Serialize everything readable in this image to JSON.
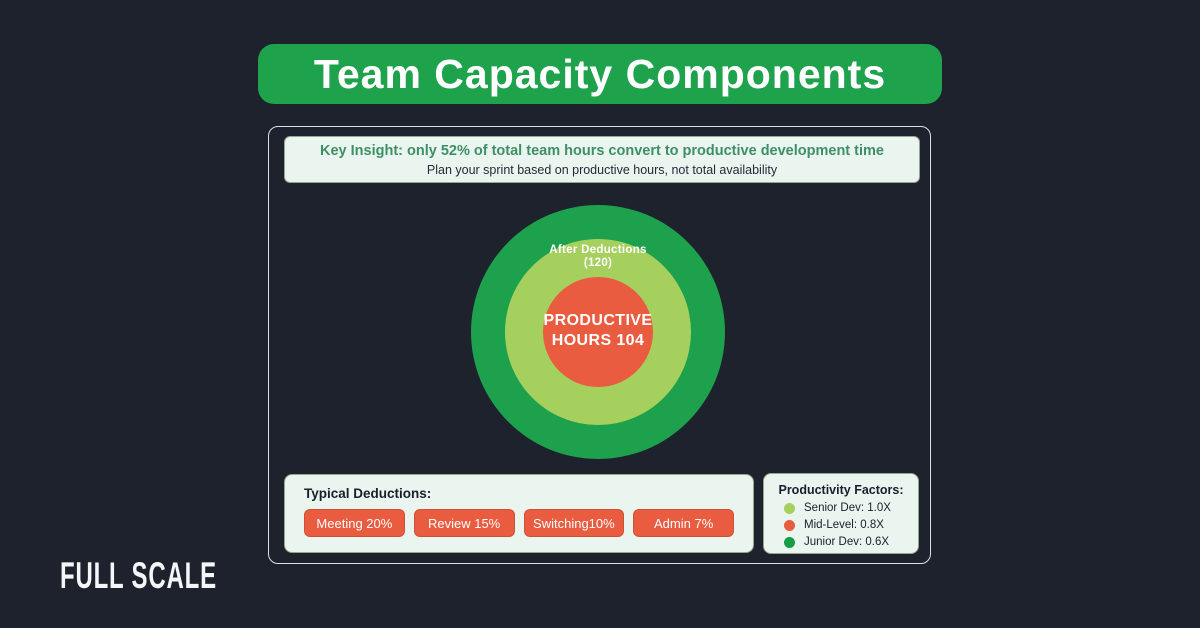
{
  "title": "Team Capacity Components",
  "insight": {
    "headline": "Key Insight: only 52% of total team hours convert to productive development time",
    "subtext": "Plan your sprint based on productive hours, not total availability"
  },
  "circles": {
    "middle_label_line1": "After Deductions",
    "middle_label_line2": "(120)",
    "inner_label_line1": "PRODUCTIVE",
    "inner_label_line2": "HOURS 104"
  },
  "deductions": {
    "title": "Typical Deductions:",
    "items": [
      "Meeting 20%",
      "Review 15%",
      "Switching10%",
      "Admin 7%"
    ]
  },
  "factors": {
    "title": "Productivity Factors:",
    "items": [
      {
        "label": "Senior Dev: 1.0X",
        "color": "#a5d05e"
      },
      {
        "label": "Mid-Level: 0.8X",
        "color": "#ea5c40"
      },
      {
        "label": "Junior Dev: 0.6X",
        "color": "#149c47"
      }
    ]
  },
  "footer": {
    "logo_text": "FULL SCALE"
  },
  "colors": {
    "background": "#1e222d",
    "banner_green": "#1fa24c",
    "outer_circle": "#1da14c",
    "middle_circle": "#a5d05e",
    "inner_circle": "#ea5c40",
    "mint_panel": "#eaf5ef",
    "panel_border": "#d8e2de",
    "insight_text_green": "#3f8f66"
  }
}
